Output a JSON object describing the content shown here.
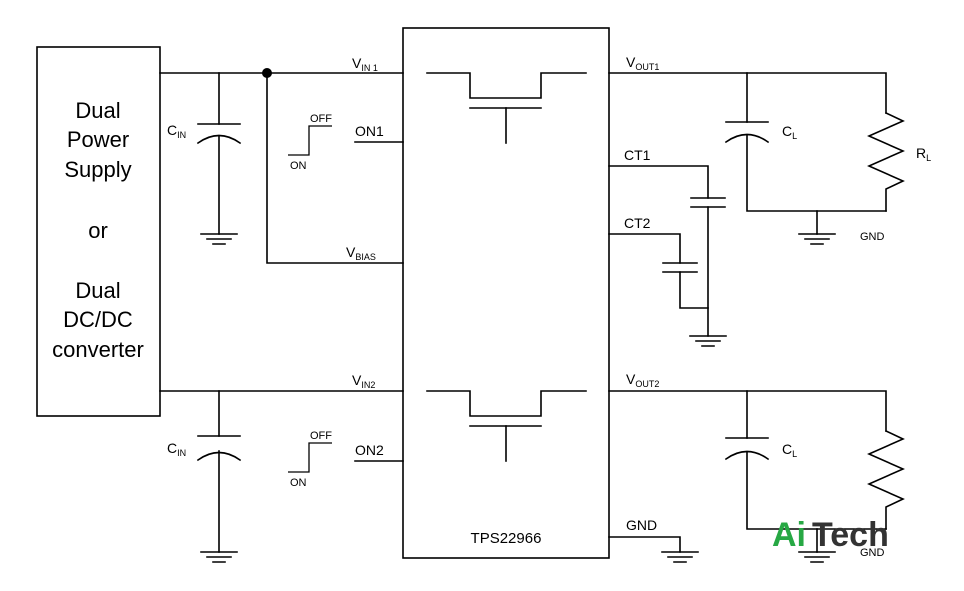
{
  "supply_box": {
    "lines": [
      "Dual",
      "Power",
      "Supply",
      "or",
      "Dual",
      "DC/DC",
      "converter"
    ]
  },
  "chip": {
    "part_number": "TPS22966"
  },
  "pins": {
    "vin1": {
      "main": "V",
      "sub": "IN 1"
    },
    "vin2": {
      "main": "V",
      "sub": "IN2"
    },
    "vbias": {
      "main": "V",
      "sub": "BIAS"
    },
    "on1": "ON1",
    "on2": "ON2",
    "vout1": {
      "main": "V",
      "sub": "OUT1"
    },
    "vout2": {
      "main": "V",
      "sub": "OUT2"
    },
    "ct1": "CT1",
    "ct2": "CT2",
    "gnd": "GND"
  },
  "components": {
    "cin": {
      "main": "C",
      "sub": "IN"
    },
    "cl": {
      "main": "C",
      "sub": "L"
    },
    "rl": {
      "main": "R",
      "sub": "L"
    }
  },
  "ground_labels": {
    "gnd_top": "GND",
    "gnd_bottom": "GND"
  },
  "control_signal": {
    "off": "OFF",
    "on": "ON"
  },
  "watermark": {
    "ai": "Ai",
    "tech": "Tech",
    "colors": {
      "ai": "#27a844",
      "tech": "#333333"
    }
  }
}
